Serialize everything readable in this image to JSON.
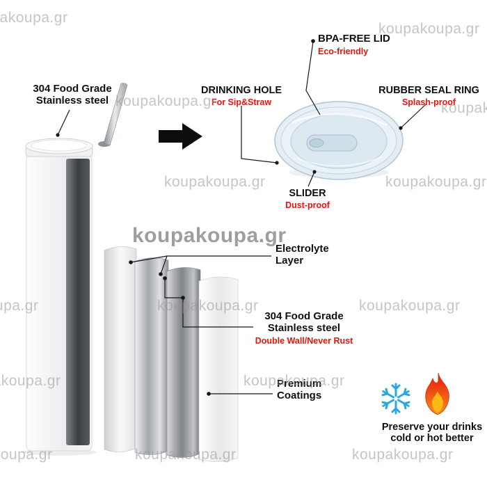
{
  "watermark": {
    "text": "koupakoupa.gr"
  },
  "callouts": {
    "steel_top": {
      "line1": "304 Food Grade",
      "line2": "Stainless steel"
    },
    "bpa_free_lid": {
      "title": "BPA-FREE LID",
      "subtitle": "Eco-friendly"
    },
    "drinking_hole": {
      "title": "DRINKING HOLE",
      "subtitle": "For Sip&Straw"
    },
    "rubber_seal_ring": {
      "title": "RUBBER SEAL RING",
      "subtitle": "Splash-proof"
    },
    "slider": {
      "title": "SLIDER",
      "subtitle": "Dust-proof"
    },
    "electrolyte_layer": {
      "line1": "Electrolyte",
      "line2": "Layer"
    },
    "steel_wall": {
      "line1": "304 Food Grade",
      "line2": "Stainless steel",
      "subtitle": "Double Wall/Never Rust"
    },
    "premium_coatings": {
      "line1": "Premium",
      "line2": "Coatings"
    },
    "preserve": {
      "line1": "Preserve your drinks",
      "line2": "cold or hot better"
    }
  },
  "icons": {
    "snowflake_icon": "❄",
    "flame_icon": "🔥"
  },
  "colors": {
    "accent_red": "#e8140c",
    "label_black": "#101010",
    "snowflake_blue": "#29a8e0",
    "flame_orange": "#f1480f",
    "flame_yellow": "#fdb913",
    "watermark_gray": "#969696"
  }
}
